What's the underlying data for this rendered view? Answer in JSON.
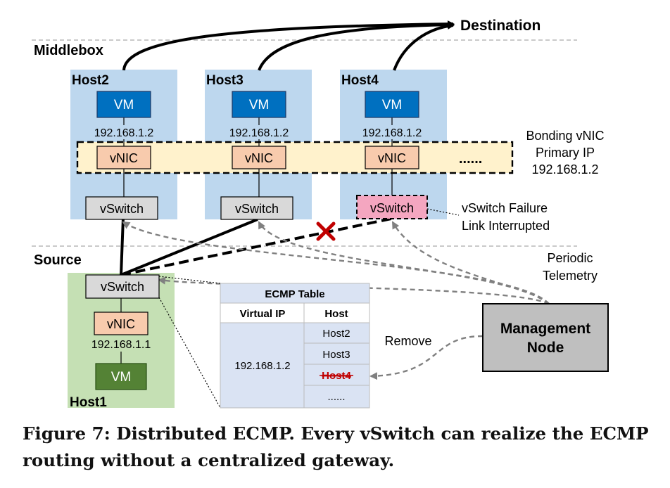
{
  "labels": {
    "destination": "Destination",
    "middlebox": "Middlebox",
    "source": "Source"
  },
  "hosts": [
    {
      "name": "Host2",
      "vm": "VM",
      "ip": "192.168.1.2",
      "vnic": "vNIC",
      "vswitch": "vSwitch"
    },
    {
      "name": "Host3",
      "vm": "VM",
      "ip": "192.168.1.2",
      "vnic": "vNIC",
      "vswitch": "vSwitch"
    },
    {
      "name": "Host4",
      "vm": "VM",
      "ip": "192.168.1.2",
      "vnic": "vNIC",
      "vswitch": "vSwitch"
    }
  ],
  "ellipsis": "......",
  "bonding": {
    "line1": "Bonding vNIC",
    "line2": "Primary IP",
    "line3": "192.168.1.2"
  },
  "failure": {
    "line1": "vSwitch Failure",
    "line2": "Link Interrupted"
  },
  "telemetry": {
    "line1": "Periodic",
    "line2": "Telemetry"
  },
  "source_host": {
    "name": "Host1",
    "vswitch": "vSwitch",
    "vnic": "vNIC",
    "ip": "192.168.1.1",
    "vm": "VM"
  },
  "ecmp_table": {
    "title": "ECMP Table",
    "headers": [
      "Virtual IP",
      "Host"
    ],
    "virtual_ip": "192.168.1.2",
    "hosts": [
      "Host2",
      "Host3",
      "Host4",
      "......"
    ]
  },
  "remove_label": "Remove",
  "management": {
    "line1": "Management",
    "line2": "Node"
  },
  "caption": "Figure 7: Distributed ECMP. Every vSwitch can realize the ECMP routing without a centralized gateway.",
  "colors": {
    "host_bg": "#bdd7ee",
    "source_bg": "#c5e0b4",
    "vm_blue": "#0070c0",
    "vm_green": "#548235",
    "vnic": "#f8cbad",
    "vnic_border": "#c55a11",
    "bonding_bg": "#fff2cc",
    "vswitch": "#d9d9d9",
    "vswitch_failed": "#f4a6c0",
    "table_bg": "#dae3f3",
    "mgmt": "#bfbfbf",
    "cross": "#c00000"
  }
}
